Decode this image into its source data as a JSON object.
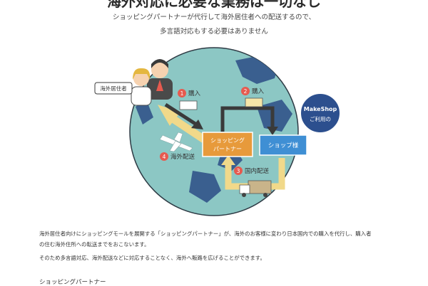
{
  "header": {
    "title": "海外対応に必要な業務は一切なし",
    "subtitle_line1": "ショッピングパートナーが代行して海外居住者への配送するので、",
    "subtitle_line2": "多言語対応もする必要はありません"
  },
  "diagram": {
    "overseas_resident_label": "海外居住者",
    "step1": {
      "num": "1",
      "label": "購入"
    },
    "step2": {
      "num": "2",
      "label": "購入"
    },
    "step3": {
      "num": "3",
      "label": "国内配送"
    },
    "step4": {
      "num": "4",
      "label": "海外配送"
    },
    "partner_box": {
      "line1": "ショッピング",
      "line2": "パートナー"
    },
    "shop_box": "ショップ様",
    "makeshop_badge": {
      "brand": "MakeShop",
      "line2": "ご利用の"
    },
    "colors": {
      "globe": "#8cc7c4",
      "land": "#3a5f8f",
      "partner": "#e79a3b",
      "shop": "#3f8fd4",
      "arrow_dark": "#3a3a3a",
      "arrow_yellow": "#f1d98a",
      "step_badge": "#e65a4f",
      "badge": "#2c4f8e"
    }
  },
  "body": {
    "para1": "海外居住者向けにショッピングモールを展開する「ショッピングパートナー」が、海外のお客様に変わり日本国内での購入を代行し、購入者",
    "para2": "の住む海外住所への転送までをおこないます。",
    "para3": "そのため多言語対応、海外配送などに対応することなく、海外へ販路を広げることができます。",
    "section_heading": "ショッピングパートナー"
  }
}
